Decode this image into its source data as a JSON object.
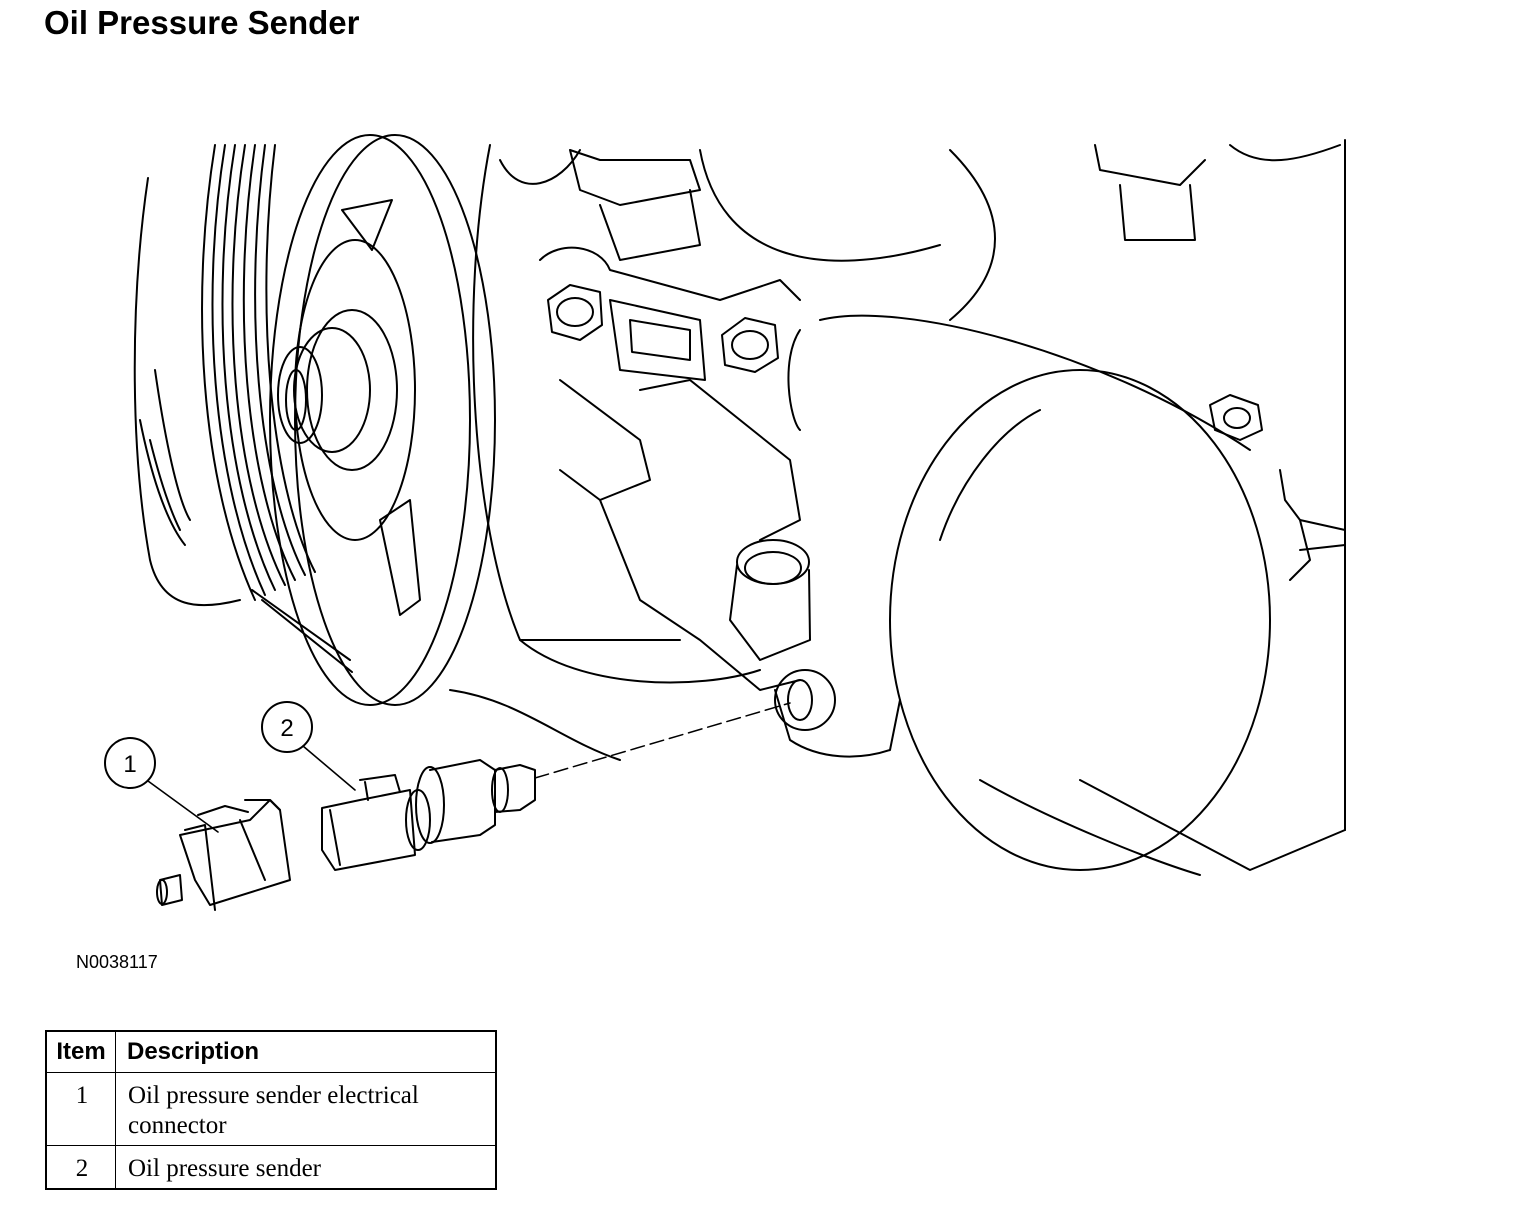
{
  "title": "Oil Pressure Sender",
  "figure_id": "N0038117",
  "callouts": [
    {
      "number": "1",
      "target": "oil-pressure-sender-electrical-connector"
    },
    {
      "number": "2",
      "target": "oil-pressure-sender"
    }
  ],
  "legend": {
    "header_item": "Item",
    "header_description": "Description",
    "rows": [
      {
        "item": "1",
        "description": "Oil pressure sender electrical connector"
      },
      {
        "item": "2",
        "description": "Oil pressure sender"
      }
    ]
  }
}
